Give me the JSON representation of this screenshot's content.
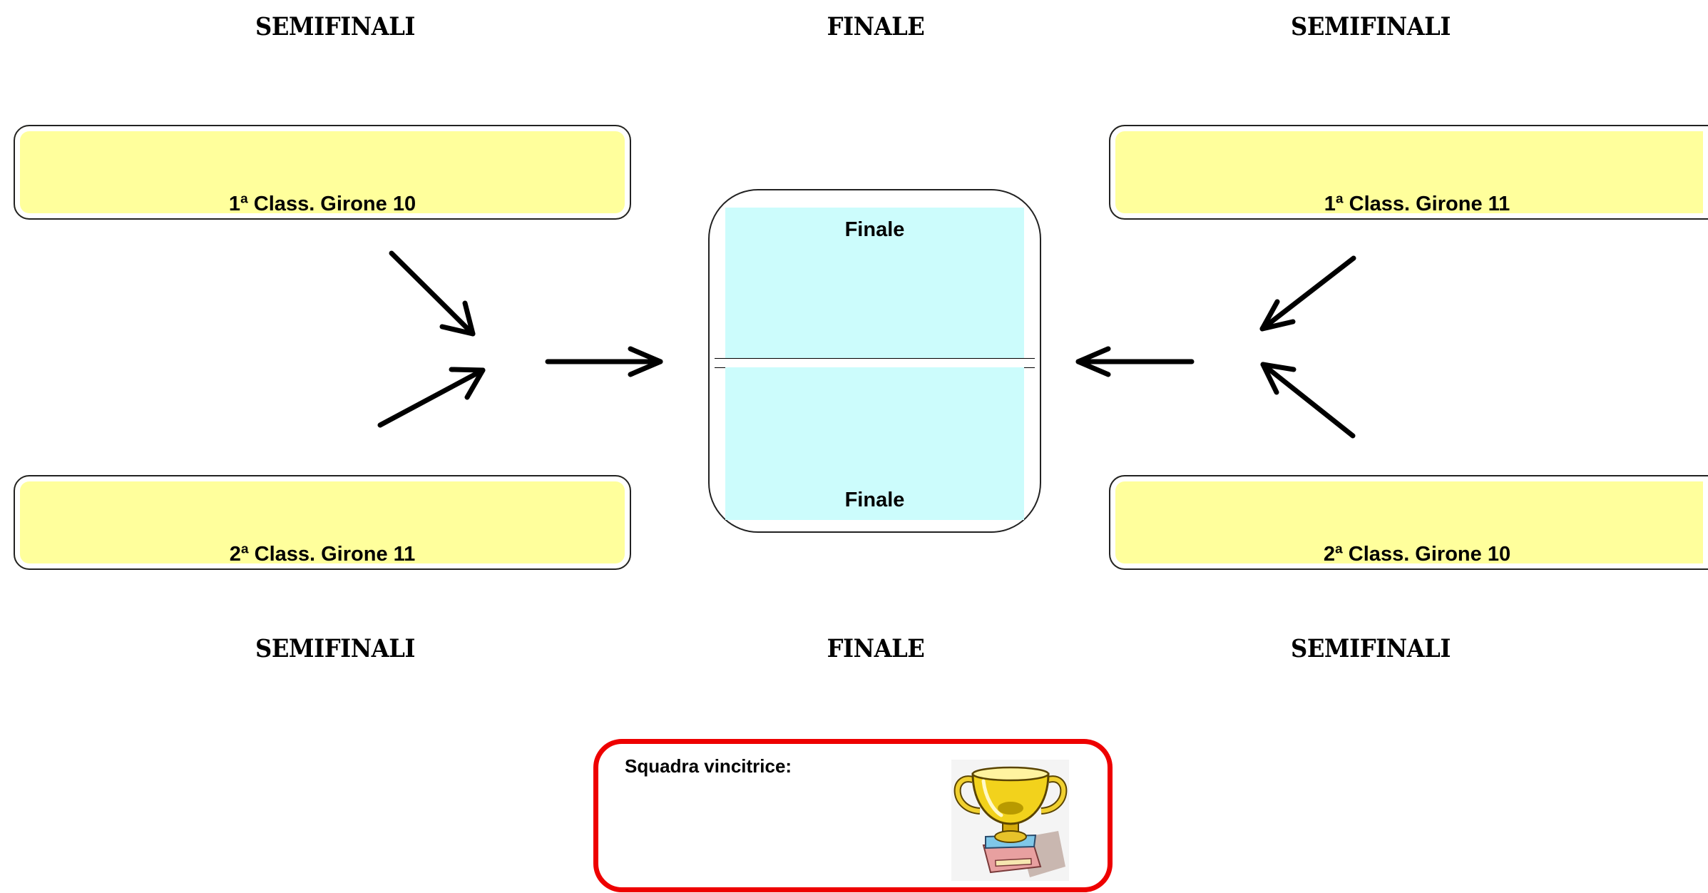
{
  "headings": {
    "top_left": "SEMIFINALI",
    "top_center": "FINALE",
    "top_right": "SEMIFINALI",
    "bottom_left": "SEMIFINALI",
    "bottom_center": "FINALE",
    "bottom_right": "SEMIFINALI"
  },
  "semifinals": {
    "left_top": "1ª Class. Girone 10",
    "left_bottom": "2ª Class. Girone 11",
    "right_top": "1ª Class. Girone 11",
    "right_bottom": "2ª Class. Girone 10"
  },
  "final": {
    "top_label": "Finale",
    "bottom_label": "Finale"
  },
  "winner": {
    "label": "Squadra vincitrice:",
    "icon": "trophy-icon"
  },
  "colors": {
    "team_fill": "#ffff9c",
    "final_fill": "#ccfcfc",
    "winner_border": "#ee0000"
  }
}
